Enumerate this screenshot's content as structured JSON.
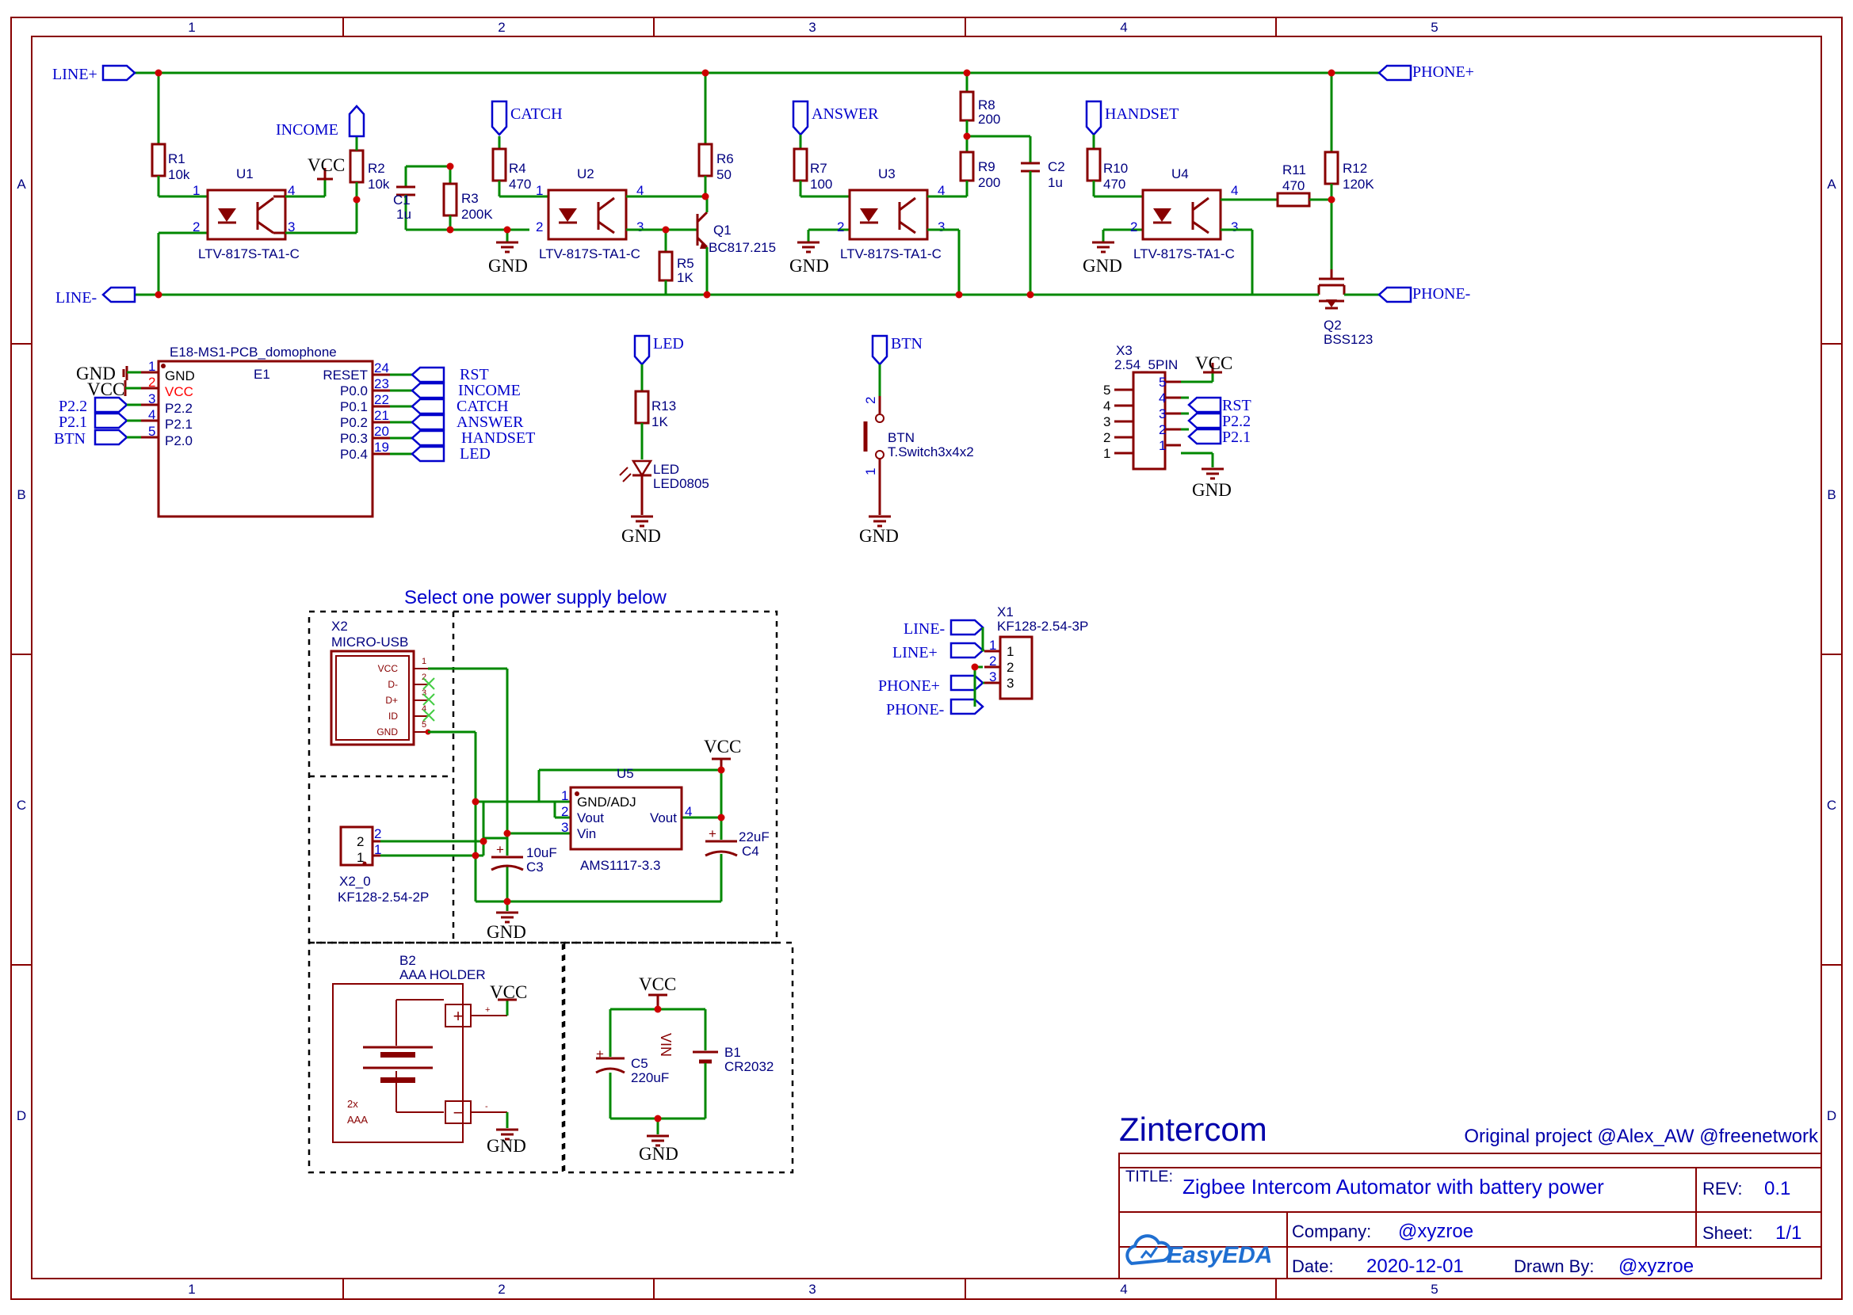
{
  "frame": {
    "columns": [
      "1",
      "2",
      "3",
      "4",
      "5"
    ],
    "rows": [
      "A",
      "B",
      "C",
      "D"
    ]
  },
  "nets": {
    "line_plus": "LINE+",
    "line_minus": "LINE-",
    "phone_plus": "PHONE+",
    "phone_minus": "PHONE-",
    "income": "INCOME",
    "catch": "CATCH",
    "answer": "ANSWER",
    "handset": "HANDSET",
    "led": "LED",
    "btn": "BTN",
    "vcc": "VCC",
    "gnd": "GND",
    "rst": "RST",
    "p22": "P2.2",
    "p21": "P2.1"
  },
  "components": {
    "R1": {
      "ref": "R1",
      "value": "10k"
    },
    "R2": {
      "ref": "R2",
      "value": "10k"
    },
    "R3": {
      "ref": "R3",
      "value": "200K"
    },
    "R4": {
      "ref": "R4",
      "value": "470"
    },
    "R5": {
      "ref": "R5",
      "value": "1K"
    },
    "R6": {
      "ref": "R6",
      "value": "50"
    },
    "R7": {
      "ref": "R7",
      "value": "100"
    },
    "R8": {
      "ref": "R8",
      "value": "200"
    },
    "R9": {
      "ref": "R9",
      "value": "200"
    },
    "R10": {
      "ref": "R10",
      "value": "470"
    },
    "R11": {
      "ref": "R11",
      "value": "470"
    },
    "R12": {
      "ref": "R12",
      "value": "120K"
    },
    "R13": {
      "ref": "R13",
      "value": "1K"
    },
    "C1": {
      "ref": "C1",
      "value": "1u"
    },
    "C2": {
      "ref": "C2",
      "value": "1u"
    },
    "C3": {
      "ref": "C3",
      "value": "10uF"
    },
    "C4": {
      "ref": "C4",
      "value": "22uF"
    },
    "C5": {
      "ref": "C5",
      "value": "220uF"
    },
    "U1": {
      "ref": "U1",
      "value": "LTV-817S-TA1-C"
    },
    "U2": {
      "ref": "U2",
      "value": "LTV-817S-TA1-C"
    },
    "U3": {
      "ref": "U3",
      "value": "LTV-817S-TA1-C"
    },
    "U4": {
      "ref": "U4",
      "value": "LTV-817S-TA1-C"
    },
    "Q1": {
      "ref": "Q1",
      "value": "BC817.215"
    },
    "Q2": {
      "ref": "Q2",
      "value": "BSS123"
    },
    "LED": {
      "ref": "LED",
      "value": "LED0805"
    },
    "BTN": {
      "ref": "BTN",
      "value": "T.Switch3x4x2"
    },
    "E1": {
      "ref": "E1",
      "value": "E18-MS1-PCB_domophone",
      "left_pins": [
        {
          "num": "1",
          "name": "GND"
        },
        {
          "num": "2",
          "name": "VCC"
        },
        {
          "num": "3",
          "name": "P2.2"
        },
        {
          "num": "4",
          "name": "P2.1"
        },
        {
          "num": "5",
          "name": "P2.0"
        }
      ],
      "left_nets": [
        "GND",
        "VCC",
        "P2.2",
        "P2.1",
        "BTN"
      ],
      "right_pins": [
        {
          "num": "24",
          "name": "RESET"
        },
        {
          "num": "23",
          "name": "P0.0"
        },
        {
          "num": "22",
          "name": "P0.1"
        },
        {
          "num": "21",
          "name": "P0.2"
        },
        {
          "num": "20",
          "name": "P0.3"
        },
        {
          "num": "19",
          "name": "P0.4"
        }
      ],
      "right_nets": [
        "RST",
        "INCOME",
        "CATCH",
        "ANSWER",
        "HANDSET",
        "LED"
      ]
    },
    "X3": {
      "ref": "X3",
      "value": "2.54_5PIN",
      "pins": [
        "5",
        "4",
        "3",
        "2",
        "1"
      ]
    },
    "X1": {
      "ref": "X1",
      "value": "KF128-2.54-3P",
      "pins": [
        "1",
        "2",
        "3"
      ],
      "nets": [
        "LINE-",
        "LINE+",
        "PHONE+",
        "PHONE-"
      ]
    },
    "X2": {
      "ref": "X2",
      "value": "MICRO-USB",
      "pins": [
        "VCC",
        "D-",
        "D+",
        "ID",
        "GND"
      ]
    },
    "X2_0": {
      "ref": "X2_0",
      "value": "KF128-2.54-2P"
    },
    "U5": {
      "ref": "U5",
      "value": "AMS1117-3.3",
      "pins": [
        "GND/ADJ",
        "Vout",
        "Vin",
        "Vout"
      ]
    },
    "B2": {
      "ref": "B2",
      "value": "AAA HOLDER",
      "note1": "2x",
      "note2": "AAA"
    },
    "B1": {
      "ref": "B1",
      "value": "CR2032",
      "label": "VIN"
    }
  },
  "power_note": "Select one power supply below",
  "title_block": {
    "project": "Zintercom",
    "credit": "Original project @Alex_AW @freenetwork",
    "title_label": "TITLE:",
    "title": "Zigbee Intercom Automator with battery power",
    "rev_label": "REV:",
    "rev": "0.1",
    "company_label": "Company:",
    "company": "@xyzroe",
    "sheet_label": "Sheet:",
    "sheet": "1/1",
    "date_label": "Date:",
    "date": "2020-12-01",
    "drawn_label": "Drawn By:",
    "drawn": "@xyzroe",
    "logo": "EasyEDA",
    "colors": {
      "frame": "#880000",
      "wire": "#008800",
      "text": "#000080",
      "label": "#0000cc"
    }
  }
}
